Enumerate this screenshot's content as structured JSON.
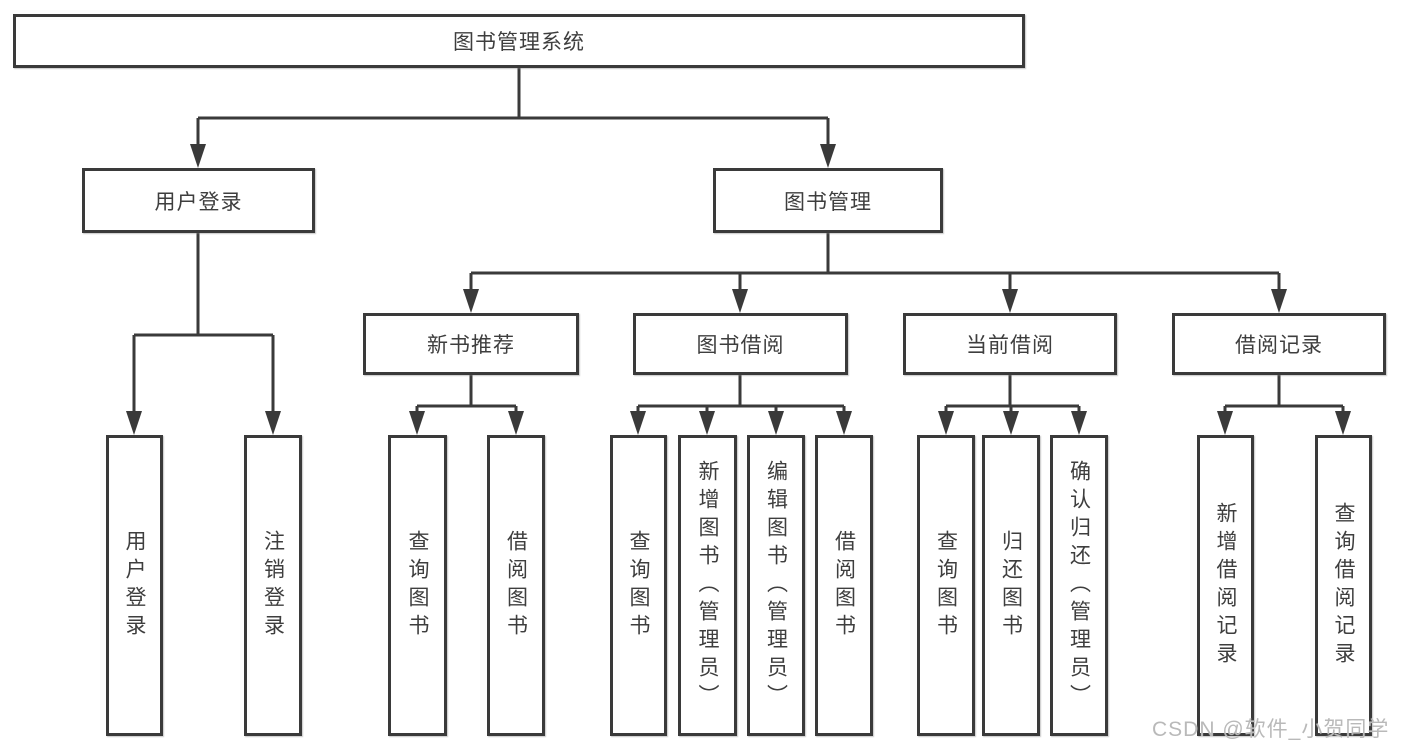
{
  "tree": {
    "root": {
      "label": "图书管理系统",
      "children": [
        {
          "label": "用户登录",
          "children": [
            {
              "label": "用户登录"
            },
            {
              "label": "注销登录"
            }
          ]
        },
        {
          "label": "图书管理",
          "children": [
            {
              "label": "新书推荐",
              "children": [
                {
                  "label": "查询图书"
                },
                {
                  "label": "借阅图书"
                }
              ]
            },
            {
              "label": "图书借阅",
              "children": [
                {
                  "label": "查询图书"
                },
                {
                  "label": "新增图书（管理员）"
                },
                {
                  "label": "编辑图书（管理员）"
                },
                {
                  "label": "借阅图书"
                }
              ]
            },
            {
              "label": "当前借阅",
              "children": [
                {
                  "label": "查询图书"
                },
                {
                  "label": "归还图书"
                },
                {
                  "label": "确认归还（管理员）"
                }
              ]
            },
            {
              "label": "借阅记录",
              "children": [
                {
                  "label": "新增借阅记录"
                },
                {
                  "label": "查询借阅记录"
                }
              ]
            }
          ]
        }
      ]
    }
  },
  "watermark": {
    "text": "CSDN @软件_小贺同学"
  },
  "colors": {
    "line": "#3a3a3a",
    "border": "#3a3a3a",
    "text": "#3e3e3e",
    "watermark": "#b9b9b9"
  }
}
